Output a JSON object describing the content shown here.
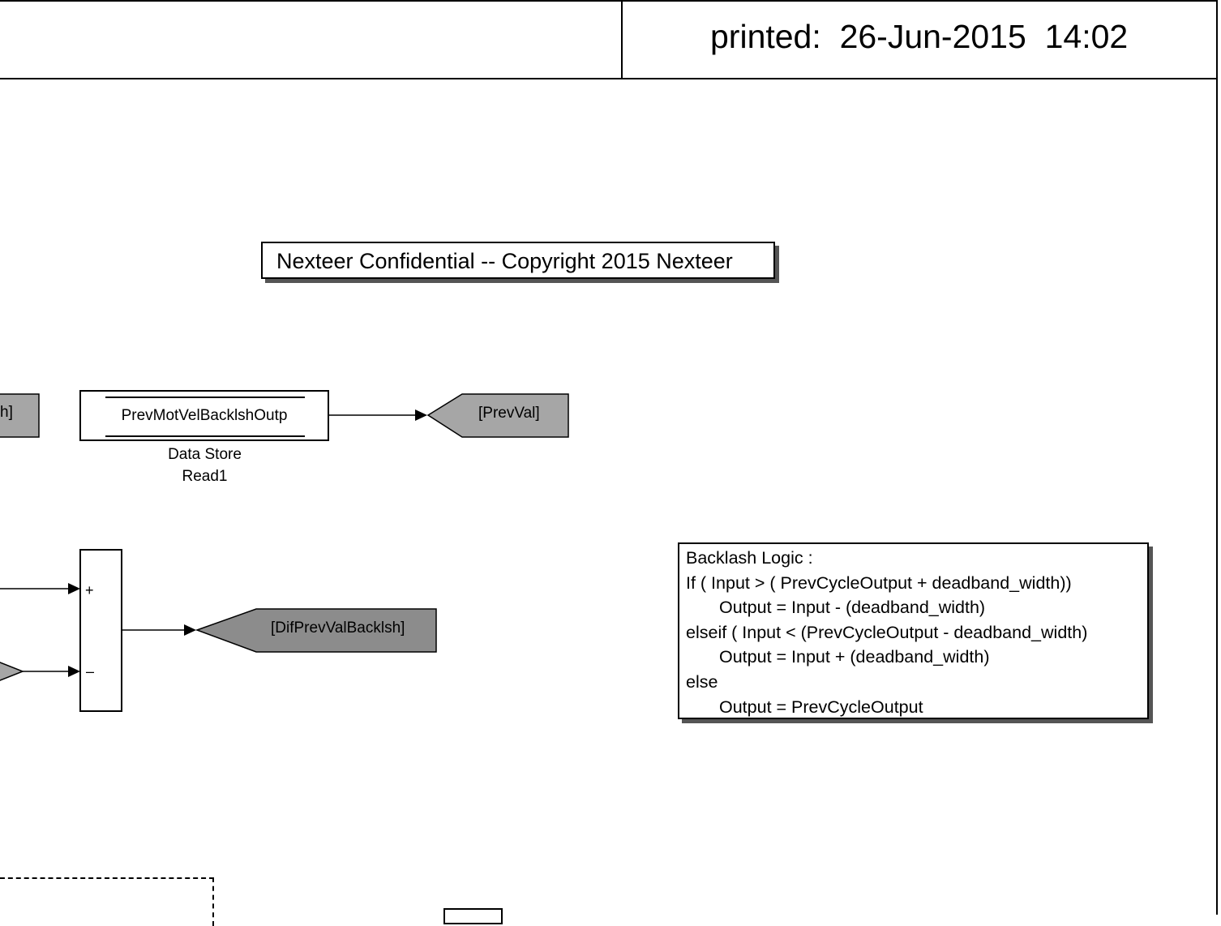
{
  "header": {
    "printed_label": "printed:",
    "printed_date": "26-Jun-2015",
    "printed_time": "14:02"
  },
  "confidential_note": "Nexteer Confidential -- Copyright 2015 Nexteer",
  "goto_partial_left": "h]",
  "data_store_read": {
    "store_name": "PrevMotVelBacklshOutp",
    "caption_line1": "Data Store",
    "caption_line2": "Read1"
  },
  "goto_prevval": "[PrevVal]",
  "sum_block": {
    "plus_sign": "+",
    "minus_sign": "–"
  },
  "goto_difprevval": "[DifPrevValBacklsh]",
  "backlash_logic": {
    "lines": [
      "Backlash Logic :",
      "If ( Input > ( PrevCycleOutput + deadband_width))",
      "Output = Input - (deadband_width)",
      "elseif ( Input < (PrevCycleOutput - deadband_width)",
      "Output = Input + (deadband_width)",
      "else",
      "Output = PrevCycleOutput"
    ]
  },
  "colors": {
    "tag_light_gray": "#a6a6a6",
    "tag_dark_gray": "#8c8c8c",
    "shadow": "#555555"
  }
}
